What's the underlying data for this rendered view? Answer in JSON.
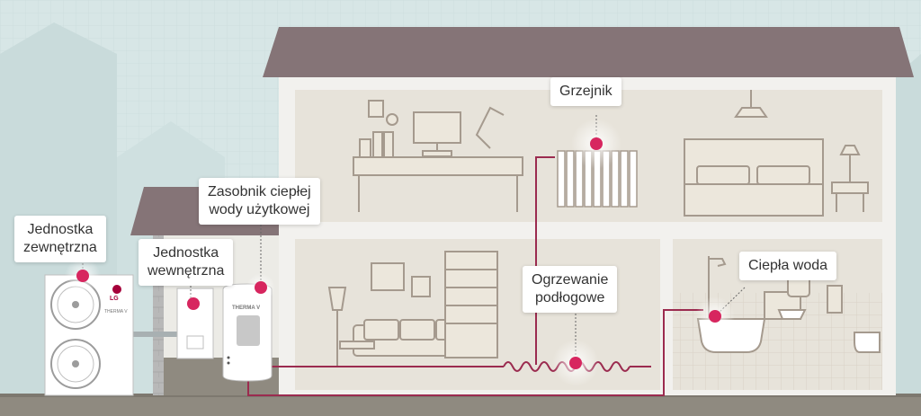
{
  "labels": {
    "outdoor_unit": [
      "Jednostka",
      "zewnętrzna"
    ],
    "indoor_unit": [
      "Jednostka",
      "wewnętrzna"
    ],
    "water_tank": [
      "Zasobnik ciepłej",
      "wody użytkowej"
    ],
    "radiator": [
      "Grzejnik"
    ],
    "floor_heating": [
      "Ogrzewanie",
      "podłogowe"
    ],
    "hot_water": [
      "Ciepła woda"
    ]
  },
  "unit_branding": {
    "logo": "LG",
    "product": "THERMA V"
  },
  "colors": {
    "pipe": "#9b2b4f",
    "marker": "#d7265f",
    "roof": "#857477",
    "wall": "#f2f1ee",
    "room": "#e7e3da",
    "sky": "#d7e6e6"
  }
}
